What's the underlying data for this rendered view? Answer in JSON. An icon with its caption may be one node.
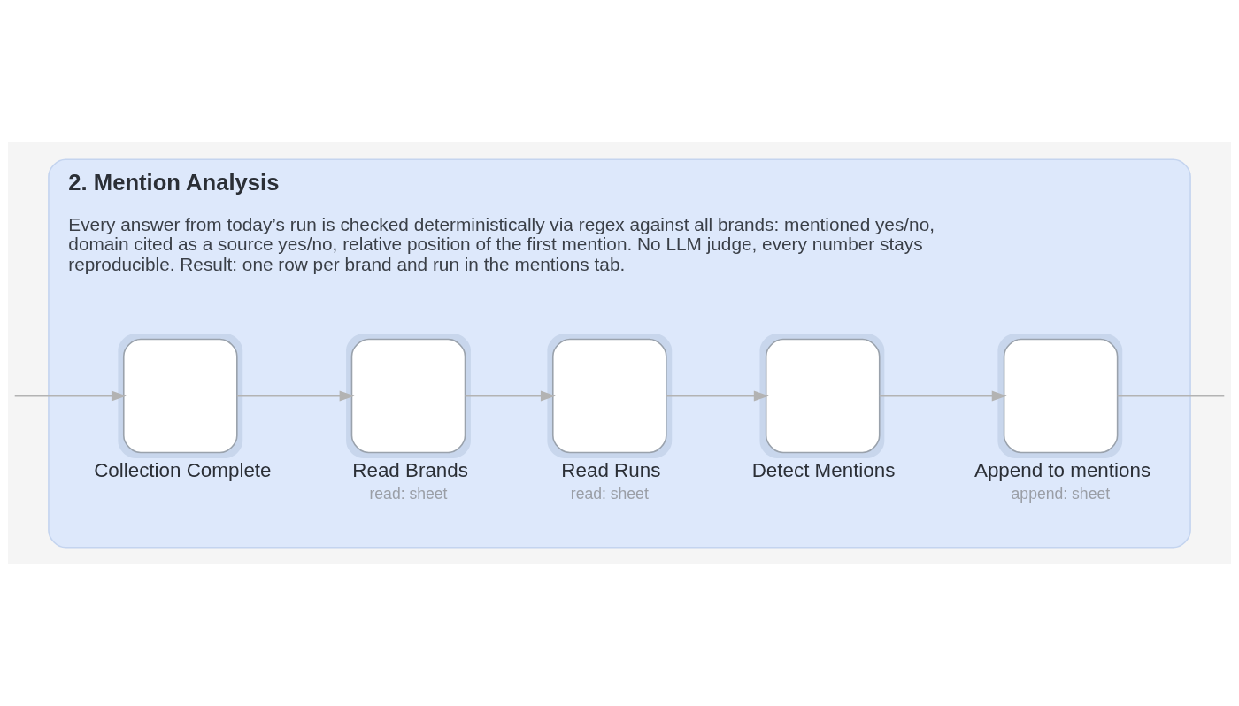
{
  "diagram": {
    "nodes": [
      {
        "text": [
          "2. Mention Analysis",
          "Every answer from today’s run is checked deterministically via regex against all brands: mentioned yes/no, domain cited as a source yes/no, relative position of the first mention. No LLM judge, every number stays reproducible. Result: one row per brand and run in the mentions tab."
        ]
      },
      {
        "text": [
          "Collection Complete"
        ],
        "in": 0
      },
      {
        "text": [
          "Read Brands"
        ],
        "beside": [
          "read: sheet"
        ],
        "in": 0
      },
      {
        "text": [
          "Read Runs"
        ],
        "beside": [
          "read: sheet"
        ],
        "in": 0
      },
      {
        "text": [
          "Detect Mentions"
        ],
        "in": 0
      },
      {
        "text": [
          "Append to mentions"
        ],
        "beside": [
          "append: sheet"
        ],
        "in": 0
      }
    ],
    "edges": [
      {
        "from": null,
        "to": 1,
        "arrow": "to"
      },
      {
        "from": 1,
        "to": 2,
        "arrow": "to"
      },
      {
        "from": 2,
        "to": 3,
        "arrow": "to"
      },
      {
        "from": 3,
        "to": 4,
        "arrow": "to"
      },
      {
        "from": 4,
        "to": 5,
        "arrow": "to"
      },
      {
        "from": 5,
        "to": null,
        "arrow": "none"
      }
    ]
  }
}
